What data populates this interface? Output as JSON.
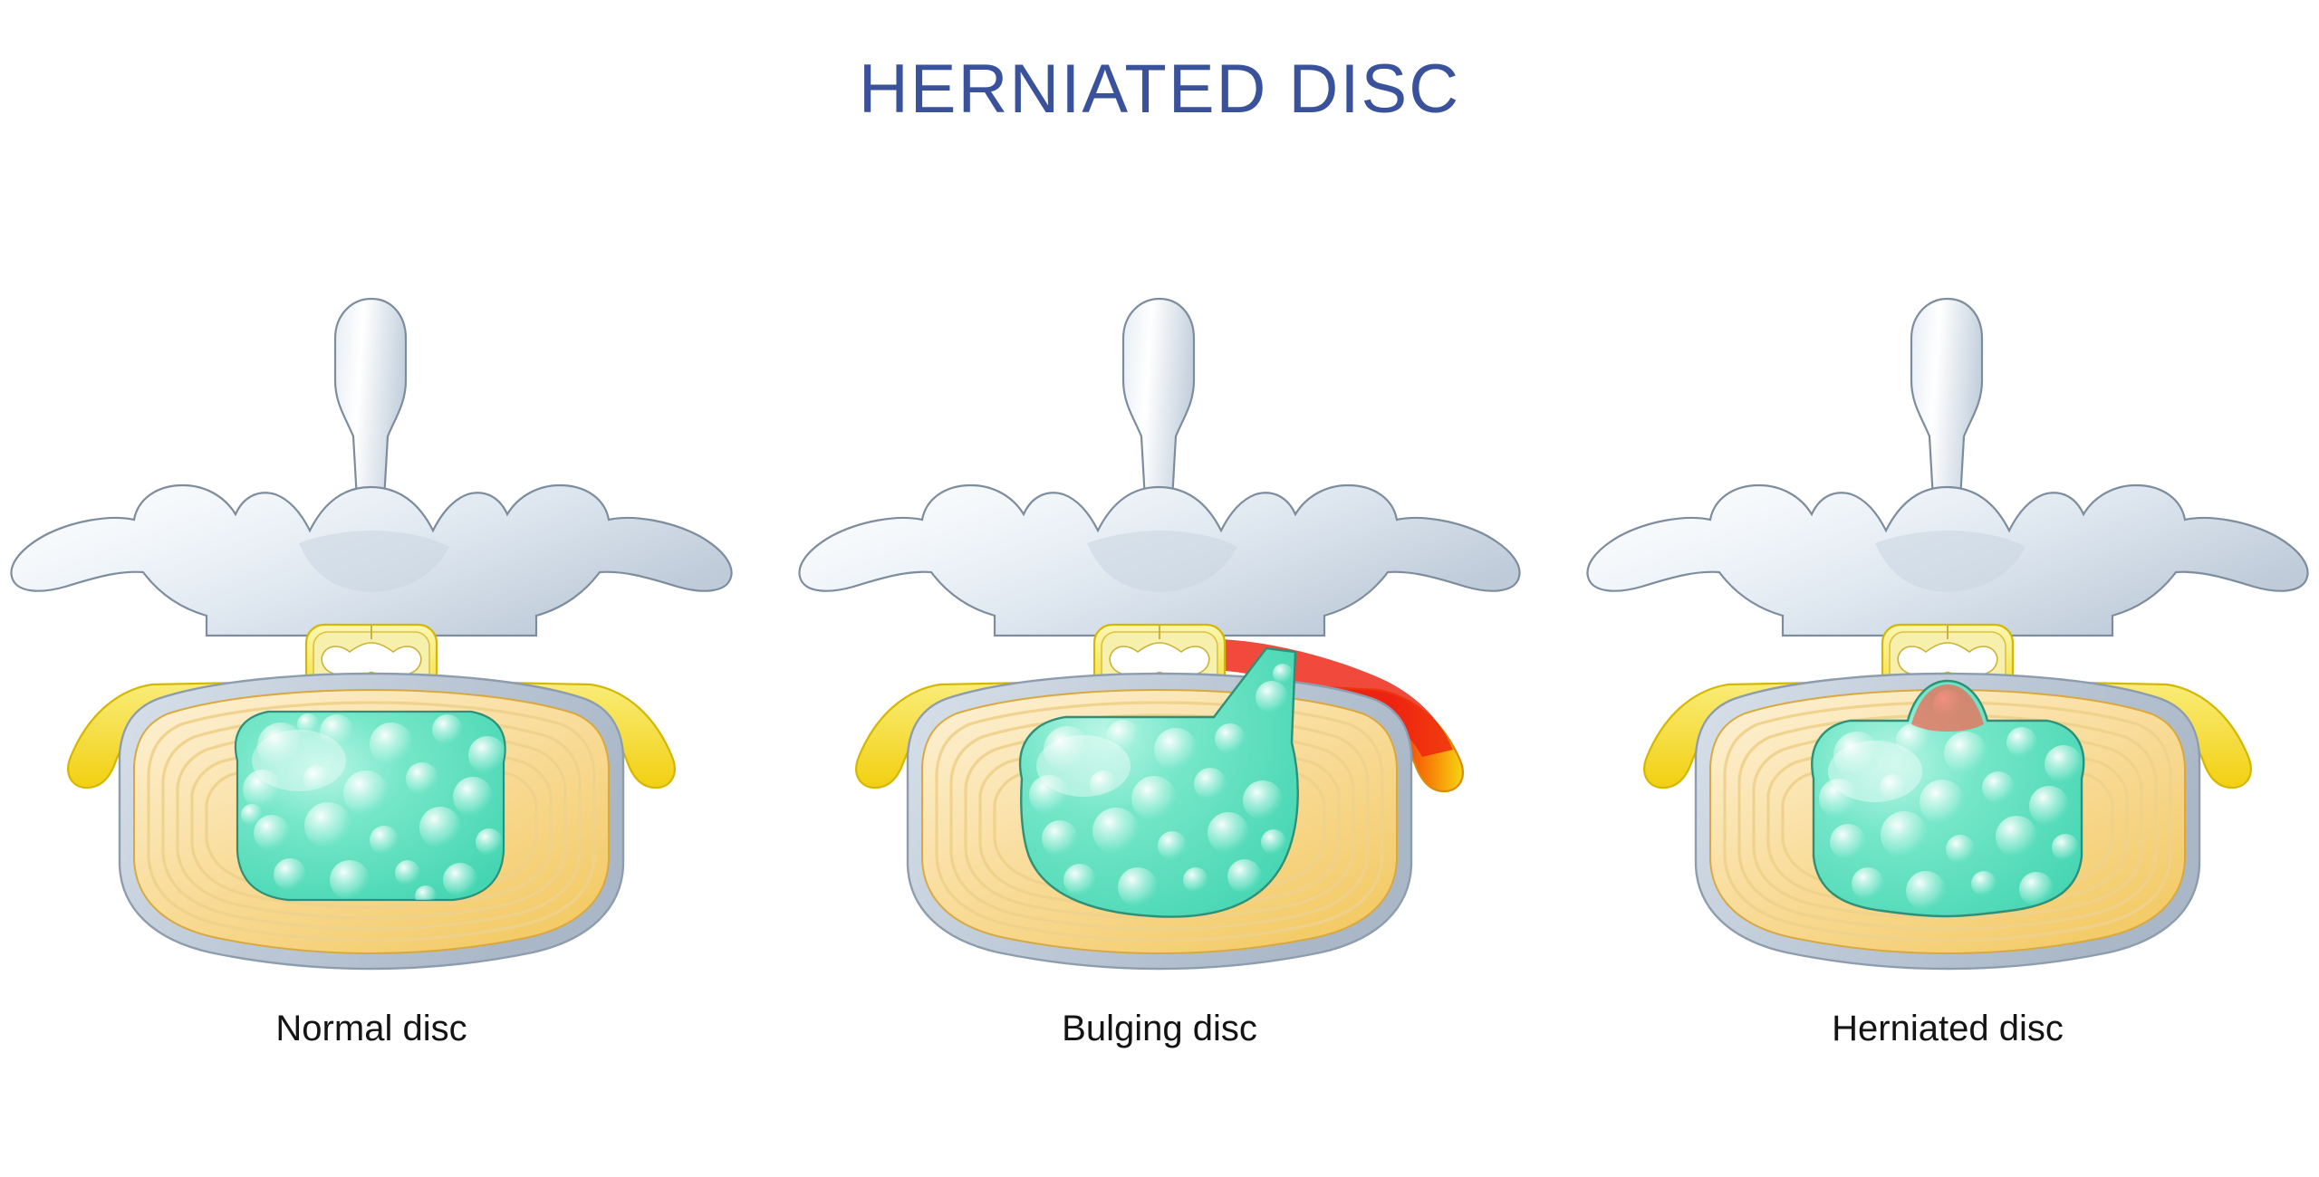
{
  "figure": {
    "title": "HERNIATED DISC",
    "title_color": "#3a519b",
    "background_color": "#ffffff",
    "label_color": "#141414"
  },
  "palette": {
    "bone_light": "#ffffff",
    "bone_mid": "#dfe7ee",
    "bone_shadow": "#b9c6d3",
    "bone_outline": "#7d8d9e",
    "nerve_yellow_light": "#fdf6a8",
    "nerve_yellow": "#f6e04e",
    "nerve_yellow_deep": "#f3d313",
    "nerve_outline": "#d4b800",
    "cord_fill": "#f6efae",
    "cord_grey_matter": "#ffffff",
    "annulus_outer": "#f5cf6a",
    "annulus_cream": "#fbe9bd",
    "annulus_line": "#e0b55f",
    "nucleus_teal": "#59dfbd",
    "nucleus_teal_light": "#9ff2dc",
    "nucleus_outline": "#2f8f77",
    "endplate_grey": "#c3cedb",
    "endplate_outline": "#8d9dae",
    "inflamed_red": "#ee2211",
    "inflamed_orange": "#f98b0c",
    "inflamed_pink": "#f79a94"
  },
  "panels": [
    {
      "id": "normal",
      "label": "Normal disc",
      "condition": "normal",
      "description": "Intact intervertebral disc with centered nucleus pulposus and uncompressed nerve roots"
    },
    {
      "id": "bulging",
      "label": "Bulging disc",
      "condition": "bulging",
      "description": "Nucleus pulposus bulges posterolaterally to the right, compressing and inflaming the exiting nerve root"
    },
    {
      "id": "herniated",
      "label": "Herniated disc",
      "condition": "herniated",
      "description": "Nucleus pulposus herniates centrally through the annulus into the spinal canal, compressing the spinal cord"
    }
  ],
  "anatomy_parts": [
    "spinous-process",
    "superior-articular-process",
    "transverse-process",
    "vertebral-lamina",
    "spinal-cord",
    "grey-matter",
    "central-canal",
    "nerve-root",
    "vertebral-body-endplate",
    "annulus-fibrosus",
    "nucleus-pulposus"
  ]
}
